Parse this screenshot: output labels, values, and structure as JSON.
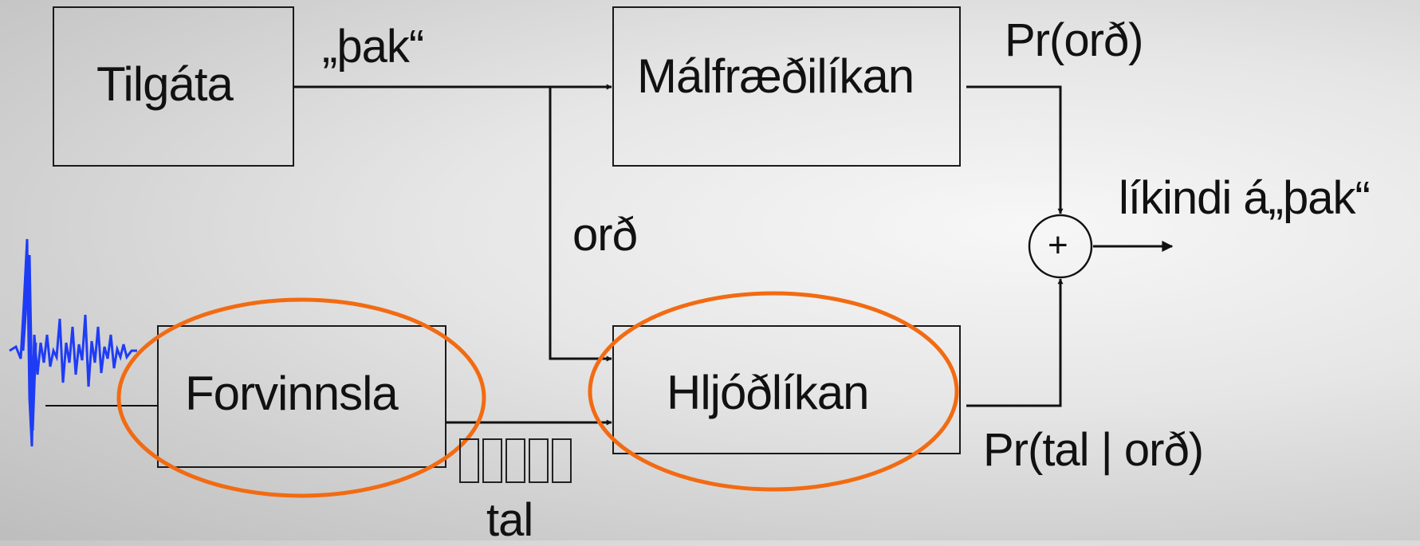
{
  "nodes": {
    "hypothesis": "Tilgáta",
    "language_model": "Málfræðilíkan",
    "preprocessing": "Forvinnsla",
    "acoustic_model": "Hljóðlíkan",
    "sum": "+"
  },
  "labels": {
    "hypothesis_word": "„þak“",
    "word": "orð",
    "prob_word": "Pr(orð)",
    "prob_speech_given_word": "Pr(tal | orð)",
    "speech": "tal",
    "output": "líkindi á„þak“"
  },
  "colors": {
    "highlight": "#f26b12",
    "waveform": "#1f3cf5"
  },
  "icons": [
    "speech-waveform-icon",
    "plus-icon",
    "glyph-box-icon"
  ]
}
